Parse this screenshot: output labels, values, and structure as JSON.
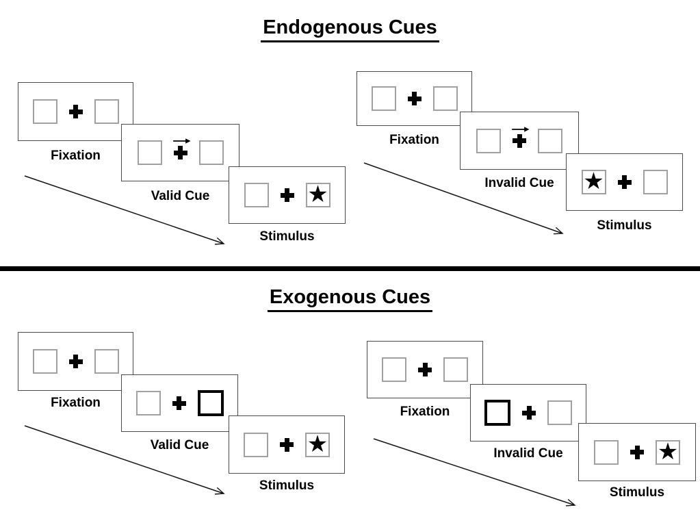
{
  "colors": {
    "ink": "#000000",
    "panel-border": "#4a4a4a",
    "square-border": "#a0a0a0",
    "canvas": "#ffffff"
  },
  "icons": {
    "star": "★"
  },
  "sections": [
    {
      "title": "Endogenous Cues",
      "groups": [
        {
          "steps": [
            {
              "label": "Fixation"
            },
            {
              "label": "Valid Cue"
            },
            {
              "label": "Stimulus"
            }
          ]
        },
        {
          "steps": [
            {
              "label": "Fixation"
            },
            {
              "label": "Invalid Cue"
            },
            {
              "label": "Stimulus"
            }
          ]
        }
      ]
    },
    {
      "title": "Exogenous Cues",
      "groups": [
        {
          "steps": [
            {
              "label": "Fixation"
            },
            {
              "label": "Valid Cue"
            },
            {
              "label": "Stimulus"
            }
          ]
        },
        {
          "steps": [
            {
              "label": "Fixation"
            },
            {
              "label": "Invalid Cue"
            },
            {
              "label": "Stimulus"
            }
          ]
        }
      ]
    }
  ]
}
